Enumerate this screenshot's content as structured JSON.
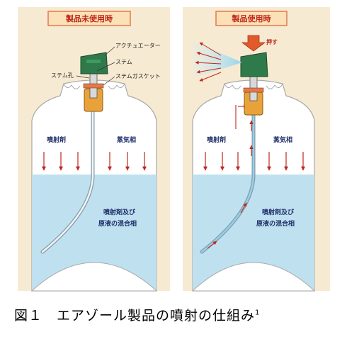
{
  "panels": {
    "left": {
      "title": "製品未使用時",
      "labels": {
        "actuator": "アクチュエーター",
        "stem": "ステム",
        "stem_hole": "ステム孔",
        "stem_gasket": "ステムガスケット"
      },
      "propellant": "噴射剤",
      "vapor_phase": "蒸気相",
      "mixed_line1": "噴射剤及び",
      "mixed_line2": "原液の混合相"
    },
    "right": {
      "title": "製品使用時",
      "press_label": "押す",
      "propellant": "噴射剤",
      "vapor_phase": "蒸気相",
      "mixed_line1": "噴射剤及び",
      "mixed_line2": "原液の混合相"
    }
  },
  "caption": {
    "text": "図１　エアゾール製品の噴射の仕組み",
    "ref": "1"
  },
  "colors": {
    "background_panel": "#f7ead2",
    "liquid": "#bfe0ef",
    "title_box_fill": "#fbe0b8",
    "title_box_border": "#e07b4c",
    "title_text": "#c0281c",
    "actuator": "#2f7a4a",
    "arrow": "#c0281c",
    "spray": "#8fd3ee",
    "valve": "#e9a23a"
  }
}
